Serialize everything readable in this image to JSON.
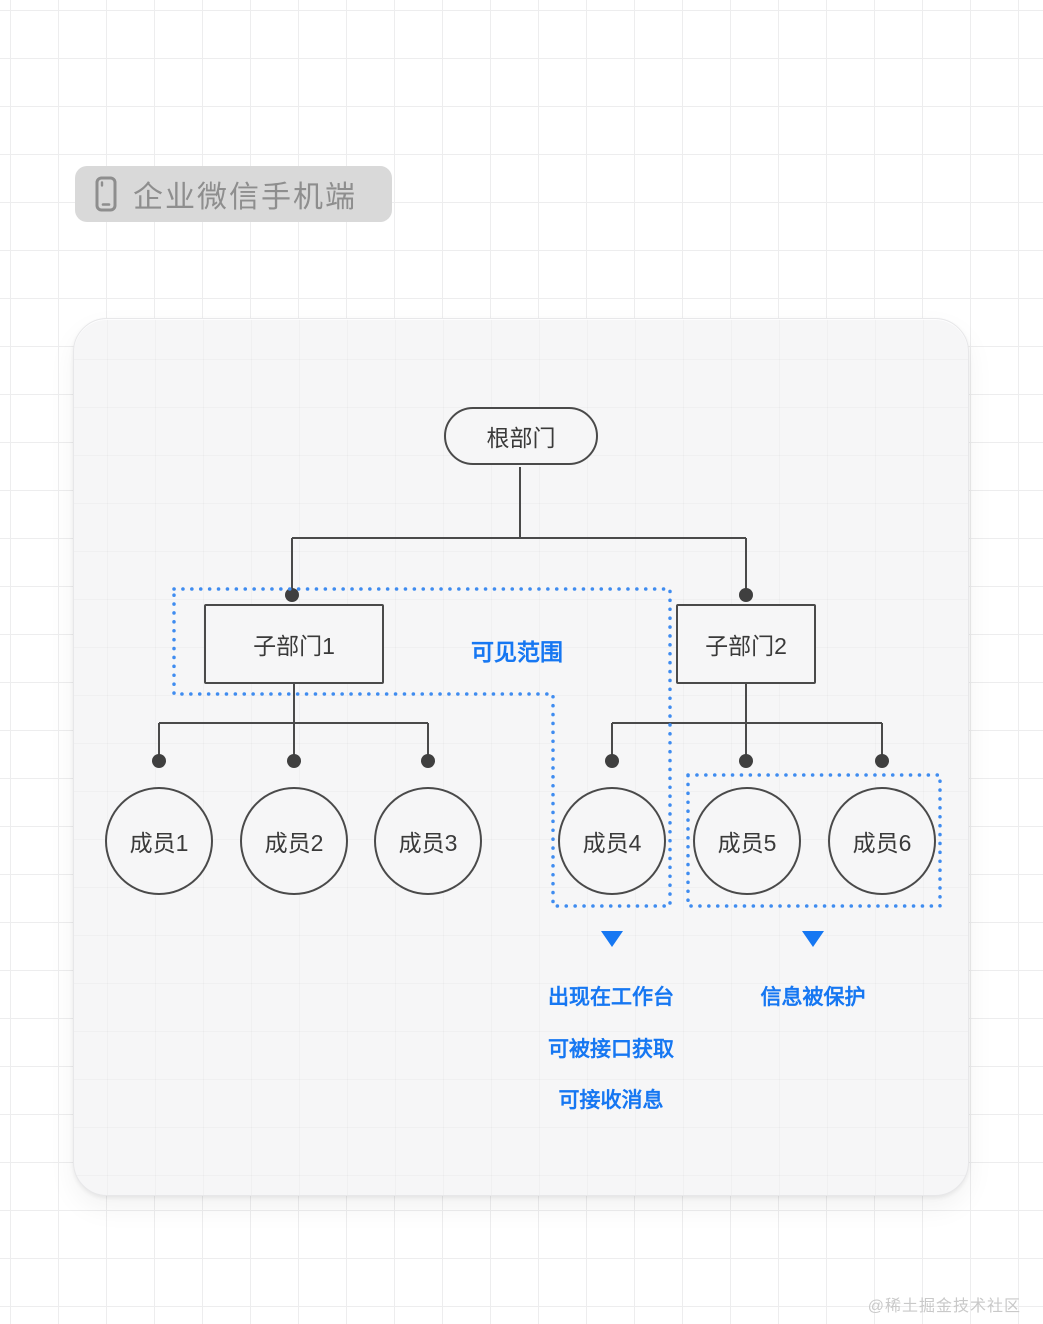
{
  "header": {
    "badge_label": "企业微信手机端",
    "icon": "phone-icon"
  },
  "diagram": {
    "root": {
      "label": "根部门"
    },
    "departments": [
      {
        "label": "子部门1"
      },
      {
        "label": "子部门2"
      }
    ],
    "members": [
      {
        "label": "成员1"
      },
      {
        "label": "成员2"
      },
      {
        "label": "成员3"
      },
      {
        "label": "成员4"
      },
      {
        "label": "成员5"
      },
      {
        "label": "成员6"
      }
    ],
    "visible_scope": {
      "label": "可见范围"
    },
    "member4_notes": [
      "出现在工作台",
      "可被接口获取",
      "可接收消息"
    ],
    "protected_note": "信息被保护",
    "colors": {
      "accent_blue": "#1677f2",
      "dotted_blue": "#3f8cf0",
      "line_dark": "#4a4a4a",
      "node_border": "#4a4a4a",
      "badge_bg": "#d9d9d9",
      "card_bg": "#f6f6f7"
    }
  },
  "watermark": {
    "text": "@稀土掘金技术社区"
  }
}
